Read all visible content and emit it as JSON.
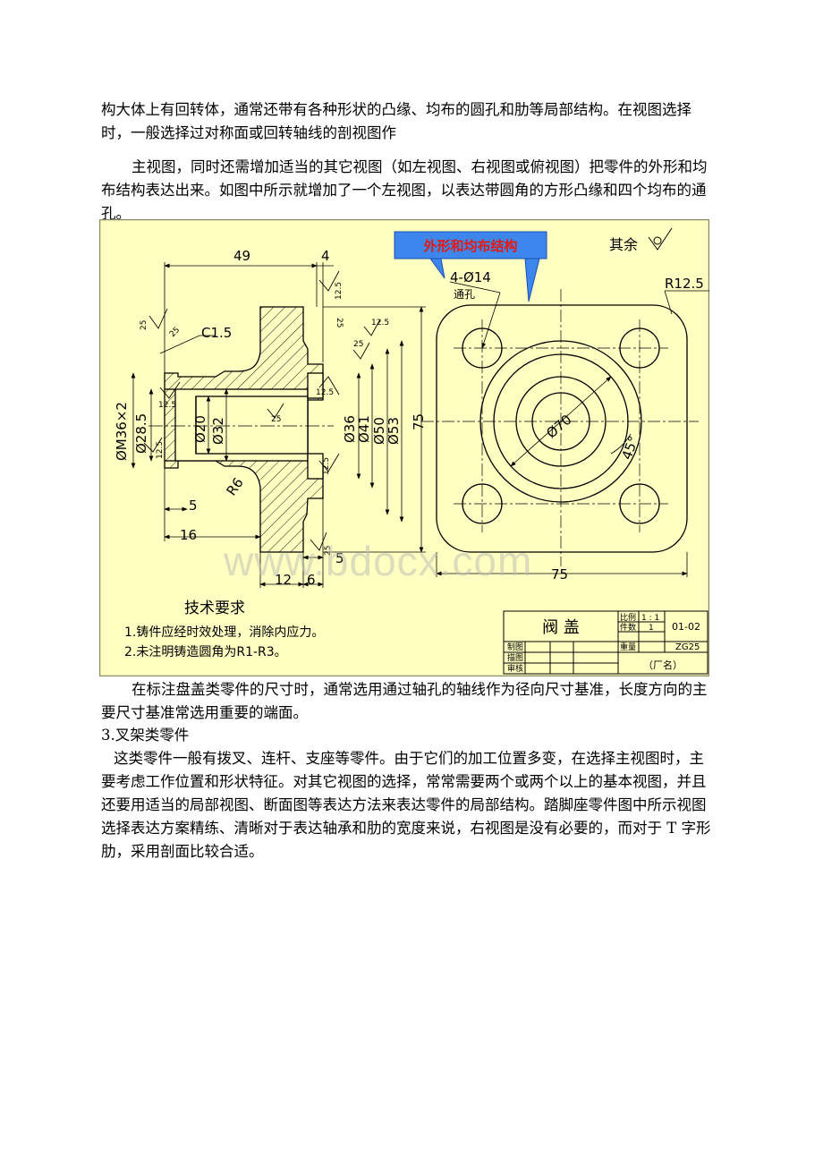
{
  "text": {
    "p1": "构大体上有回转体，通常还带有各种形状的凸缘、均布的圆孔和肋等局部结构。在视图选择时，一般选择过对称面或回转轴线的剖视图作",
    "p2": "主视图，同时还需增加适当的其它视图（如左视图、右视图或俯视图）把零件的外形和均布结构表达出来。如图中所示就增加了一个左视图，以表达带圆角的方形凸缘和四个均布的通孔。",
    "p3": "在标注盘盖类零件的尺寸时，通常选用通过轴孔的轴线作为径向尺寸基准，长度方向的主要尺寸基准常选用重要的端面。",
    "heading": "3.叉架类零件",
    "p4": "这类零件一般有拨叉、连杆、支座等零件。由于它们的加工位置多变，在选择主视图时，主要考虑工作位置和形状特征。对其它视图的选择，常常需要两个或两个以上的基本视图，并且还要用适当的局部视图、断面图等表达方法来表达零件的局部结构。踏脚座零件图中所示视图选择表达方案精练、清晰对于表达轴承和肋的宽度来说，右视图是没有必要的，而对于 T 字形肋，采用剖面比较合适。"
  },
  "drawing": {
    "callout": "外形和均布结构",
    "roughness_note": "其余",
    "dims": {
      "d49": "49",
      "d4": "4",
      "hole": "4-Ø14",
      "hole_note": "通孔",
      "r125": "R12.5",
      "c15": "C1.5",
      "r6": "R6",
      "m36": "ØM36×2",
      "d285": "Ø28.5",
      "d20": "Ø20",
      "d32": "Ø32",
      "d36": "Ø36",
      "d41": "Ø41",
      "d50": "Ø50",
      "d53": "Ø53",
      "d75v": "75",
      "d75h": "75",
      "d70": "Ø70",
      "a45": "45°",
      "d5a": "5",
      "d16": "16",
      "d5b": "5",
      "d12": "12",
      "d6": "6"
    },
    "roughness": [
      "25",
      "25",
      "12.5",
      "25",
      "12.5",
      "12.5",
      "25",
      "12.5",
      "12.5",
      "25",
      "25",
      "12.5",
      "12.5",
      "25"
    ],
    "tech_title": "技术要求",
    "tech_1": "1.铸件应经时效处理，消除内应力。",
    "tech_2": "2.未注明铸造圆角为R1-R3。",
    "title_block": {
      "name": "阀 盖",
      "scale_label": "比例",
      "scale": "1 : 1",
      "qty_label": "件数",
      "qty": "1",
      "code": "01-02",
      "weight_label": "重量",
      "material": "ZG25",
      "draw_label": "制图",
      "trace_label": "描图",
      "check_label": "审核",
      "factory": "（厂名）"
    },
    "colors": {
      "bg": "#ffffc2",
      "line": "#000000",
      "callout_fill": "#3d86ee",
      "callout_text": "#e8180c",
      "border": "#888a60"
    }
  },
  "watermark": "www.bdocx.com"
}
